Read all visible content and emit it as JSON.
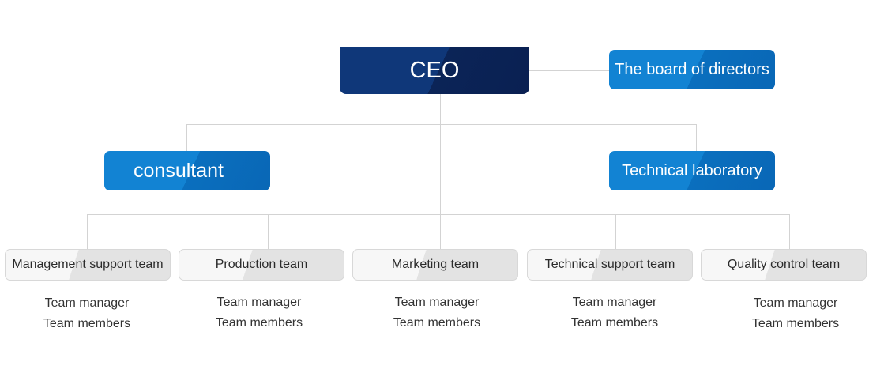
{
  "ceo": {
    "label": "CEO"
  },
  "board": {
    "label": "The board of directors"
  },
  "consultant": {
    "label": "consultant"
  },
  "technical_laboratory": {
    "label": "Technical laboratory"
  },
  "teams": [
    {
      "name": "Management support team",
      "roles": [
        "Team manager",
        "Team members"
      ]
    },
    {
      "name": "Production team",
      "roles": [
        "Team manager",
        "Team members"
      ]
    },
    {
      "name": "Marketing team",
      "roles": [
        "Team manager",
        "Team members"
      ]
    },
    {
      "name": "Technical support team",
      "roles": [
        "Team manager",
        "Team members"
      ]
    },
    {
      "name": "Quality control team",
      "roles": [
        "Team manager",
        "Team members"
      ]
    }
  ],
  "colors": {
    "ceo_fill": "#0f3779",
    "blue_fill": "#1283d3",
    "team_fill": "#f2f2f2",
    "connector": "#d3d3d3"
  }
}
